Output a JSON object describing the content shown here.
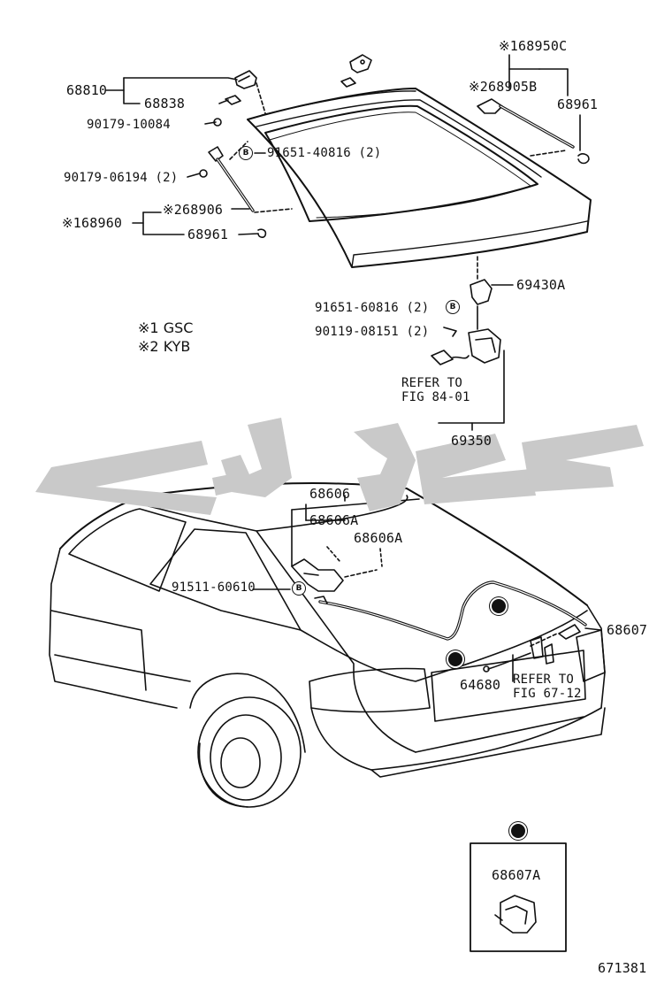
{
  "colors": {
    "ink": "#111111",
    "watermark": "#c9c9c9",
    "background": "#ffffff"
  },
  "labels": {
    "p68810": "68810",
    "p68838": "68838",
    "p90179_10084": "90179-10084",
    "p90179_06194": "90179-06194 (2)",
    "p91651_40816": "91651-40816 (2)",
    "p168960": "※168960",
    "p268906": "※268906",
    "p68961_left": "68961",
    "p168950C": "※168950C",
    "p268905B": "※268905B",
    "p68961_right": "68961",
    "p69430A": "69430A",
    "p91651_60816": "91651-60816 (2)",
    "p90119_08151": "90119-08151 (2)",
    "refer_top_1": "REFER TO",
    "refer_top_2": "FIG 84-01",
    "p69350": "69350",
    "p68606": "68606",
    "p68606A_1": "68606A",
    "p68606A_2": "68606A",
    "p91511_60610": "91511-60610",
    "p68607": "68607",
    "p64680": "64680",
    "refer_bot_1": "REFER TO",
    "refer_bot_2": "FIG 67-12",
    "p68607A": "68607A",
    "fig_number": "671381"
  },
  "markers": {
    "b": "B"
  },
  "legend": [
    {
      "mark": "※1",
      "text": "GSC"
    },
    {
      "mark": "※2",
      "text": "KYB"
    }
  ]
}
